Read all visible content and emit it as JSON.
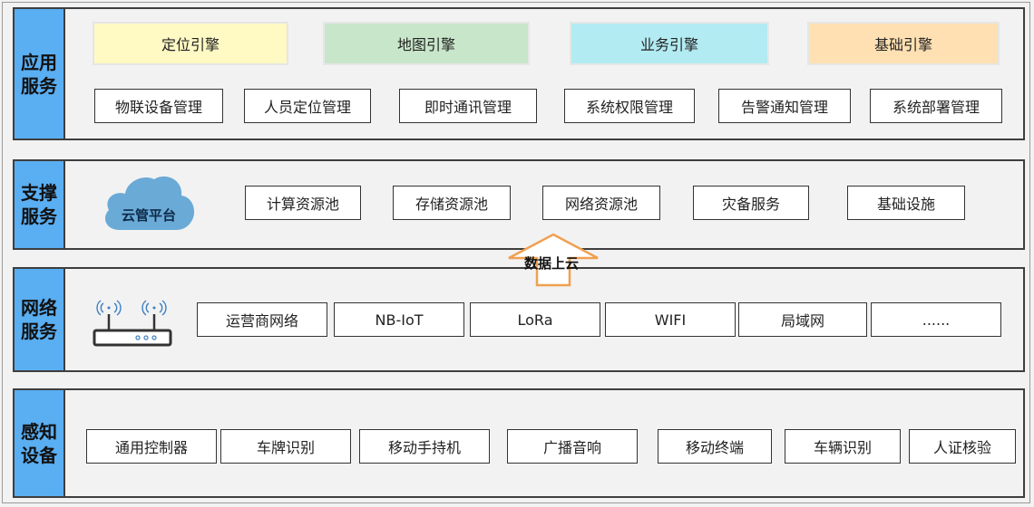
{
  "layers": {
    "app": {
      "label": "应用\n服务",
      "engines": [
        {
          "label": "定位引擎",
          "color": "#fff9c4"
        },
        {
          "label": "地图引擎",
          "color": "#c8e6c9"
        },
        {
          "label": "业务引擎",
          "color": "#b2ebf2"
        },
        {
          "label": "基础引擎",
          "color": "#ffe0b2"
        }
      ],
      "modules": [
        "物联设备管理",
        "人员定位管理",
        "即时通讯管理",
        "系统权限管理",
        "告警通知管理",
        "系统部署管理"
      ]
    },
    "support": {
      "label": "支撑\n服务",
      "cloud_label": "云管平台",
      "cloud_color": "#6aaad6",
      "items": [
        "计算资源池",
        "存储资源池",
        "网络资源池",
        "灾备服务",
        "基础设施"
      ]
    },
    "network": {
      "label": "网络\n服务",
      "items": [
        "运营商网络",
        "NB-IoT",
        "LoRa",
        "WIFI",
        "局域网",
        "......"
      ]
    },
    "devices": {
      "label": "感知\n设备",
      "items": [
        "通用控制器",
        "车牌识别",
        "移动手持机",
        "广播音响",
        "移动终端",
        "车辆识别",
        "人证核验"
      ]
    }
  },
  "upload_arrow": {
    "label": "数据上云",
    "color": "#f0a050"
  },
  "colors": {
    "label_bg": "#5aaef2",
    "border": "#3e3e3e",
    "background": "#f2f2f2"
  }
}
